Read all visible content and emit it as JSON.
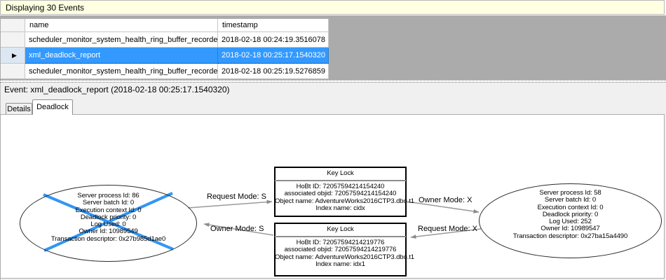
{
  "colors": {
    "selection_blue": "#3399FF",
    "info_bar_yellow": "#FFFFE1",
    "grid_filler_gray": "#ABABAB",
    "victim_cross_blue": "#3296F5",
    "edge_gray": "#9a9a9a"
  },
  "info_bar": {
    "text": "Displaying 30 Events"
  },
  "grid": {
    "columns": [
      {
        "label": "name"
      },
      {
        "label": "timestamp"
      }
    ],
    "selector_icon": "▶",
    "rows": [
      {
        "name": "scheduler_monitor_system_health_ring_buffer_recorded",
        "timestamp": "2018-02-18 00:24:19.3516078"
      },
      {
        "name": "xml_deadlock_report",
        "timestamp": "2018-02-18 00:25:17.1540320"
      },
      {
        "name": "scheduler_monitor_system_health_ring_buffer_recorded",
        "timestamp": "2018-02-18 00:25:19.5276859"
      }
    ]
  },
  "event_bar": {
    "text": "Event: xml_deadlock_report (2018-02-18 00:25:17.1540320)"
  },
  "tabs": [
    {
      "label": "Details"
    },
    {
      "label": "Deadlock"
    }
  ],
  "graph": {
    "processes": [
      {
        "victim": true,
        "lines": [
          "Server process Id: 86",
          "Server batch Id: 0",
          "Execution context Id: 0",
          "Deadlock priority: 0",
          "Log Used: 0",
          "Owner Id: 10989549",
          "Transaction descriptor: 0x27b985d1ae0"
        ]
      },
      {
        "victim": false,
        "lines": [
          "Server process Id: 58",
          "Server batch Id: 0",
          "Execution context Id: 0",
          "Deadlock priority: 0",
          "Log Used: 252",
          "Owner Id: 10989547",
          "Transaction descriptor: 0x27ba15a4490"
        ]
      }
    ],
    "resources": [
      {
        "title": "Key Lock",
        "lines": [
          "HoBt ID: 72057594214154240",
          "associated objid: 72057594214154240",
          "Object name: AdventureWorks2016CTP3.dbo.t1",
          "Index name: cidx"
        ]
      },
      {
        "title": "Key Lock",
        "lines": [
          "HoBt ID: 72057594214219776",
          "associated objid: 72057594214219776",
          "Object name: AdventureWorks2016CTP3.dbo.t1",
          "Index name: idx1"
        ]
      }
    ],
    "edges": [
      {
        "label": "Request Mode: S"
      },
      {
        "label": "Owner Mode: S"
      },
      {
        "label": "Owner Mode: X"
      },
      {
        "label": "Request Mode: X"
      }
    ]
  }
}
